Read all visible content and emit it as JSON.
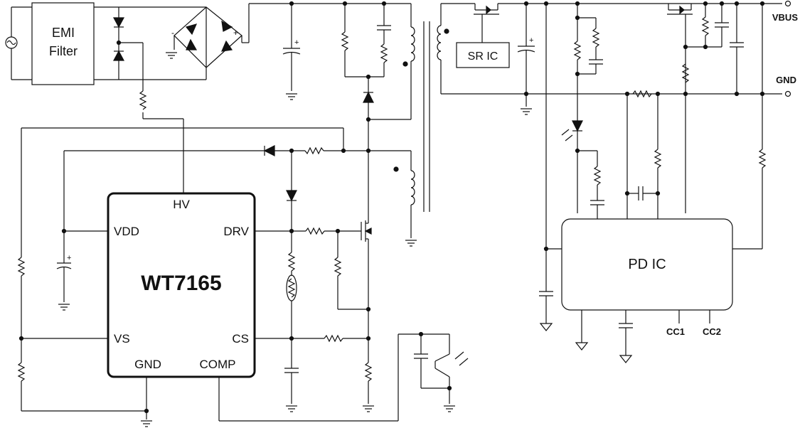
{
  "blocks": {
    "emi": [
      "EMI",
      "Filter"
    ],
    "controller": "WT7165",
    "sr_ic": "SR IC",
    "pd_ic": "PD IC"
  },
  "pins": {
    "hv": "HV",
    "vdd": "VDD",
    "drv": "DRV",
    "vs": "VS",
    "cs": "CS",
    "gnd": "GND",
    "comp": "COMP"
  },
  "outputs": {
    "vbus": "VBUS",
    "gnd": "GND",
    "cc1": "CC1",
    "cc2": "CC2"
  },
  "marks": {
    "plus": "+",
    "minus": "-"
  }
}
